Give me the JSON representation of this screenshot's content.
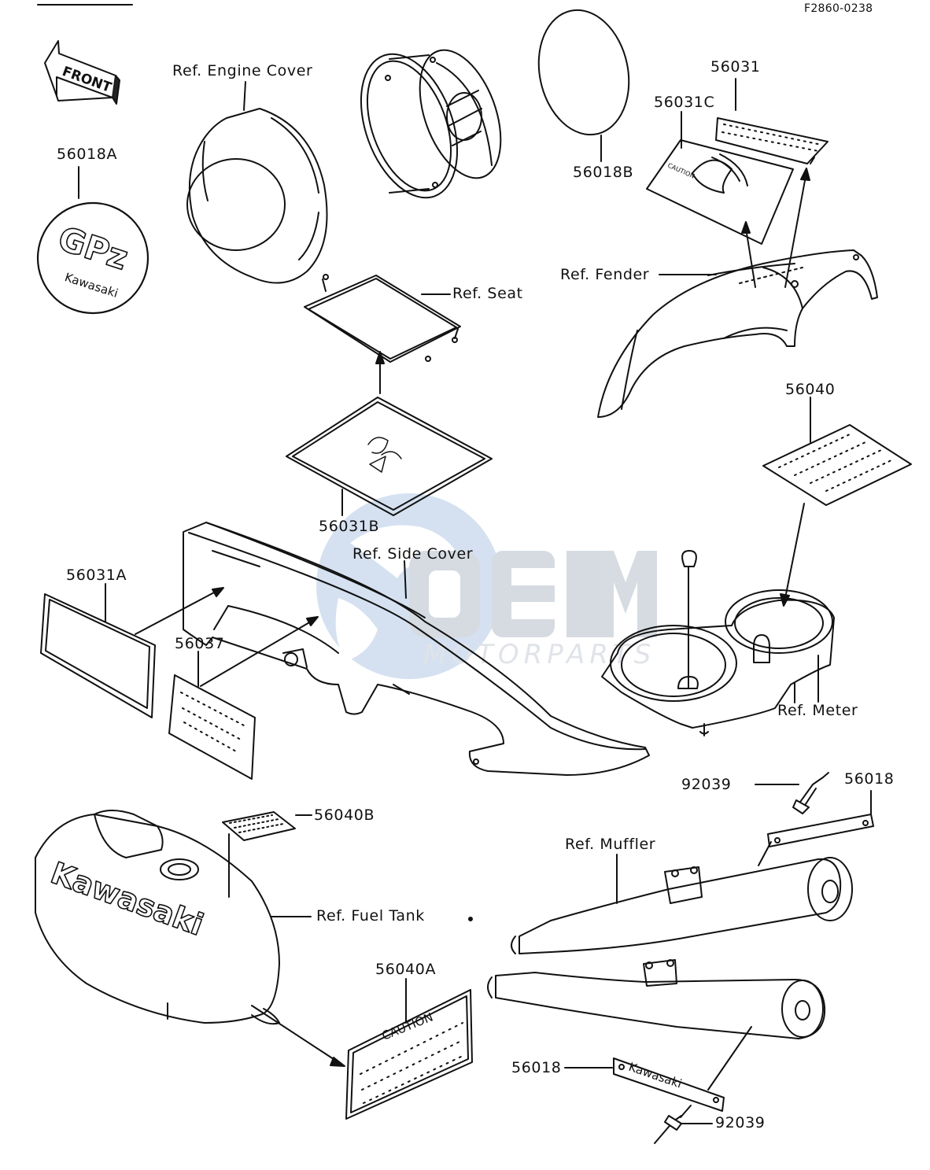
{
  "diagram_code": "F2860-0238",
  "front_arrow_text": "FRONT",
  "watermark": {
    "brand": "OEM",
    "subtitle": "MOTORPARTS"
  },
  "badge": {
    "line1": "GPz",
    "line2": "Kawasaki"
  },
  "tank_brand": "Kawasaki",
  "caution_text": "CAUTION",
  "muffler_emblem": "Kawasaki",
  "labels": {
    "p56018A": "56018A",
    "engine_cover": "Ref. Engine Cover",
    "p56018B": "56018B",
    "p56031": "56031",
    "p56031C": "56031C",
    "seat": "Ref. Seat",
    "fender": "Ref. Fender",
    "p56040": "56040",
    "p56031B": "56031B",
    "side_cover": "Ref. Side Cover",
    "p56031A": "56031A",
    "p56037": "56037",
    "meter": "Ref. Meter",
    "p92039_top": "92039",
    "p56018_top": "56018",
    "p56040B": "56040B",
    "muffler": "Ref. Muffler",
    "fuel_tank": "Ref. Fuel Tank",
    "p56040A": "56040A",
    "p56018_bottom": "56018",
    "p92039_bottom": "92039"
  },
  "colors": {
    "line": "#111111",
    "watermark_blue": "#b8cde6",
    "watermark_gray": "#d4d8de"
  }
}
